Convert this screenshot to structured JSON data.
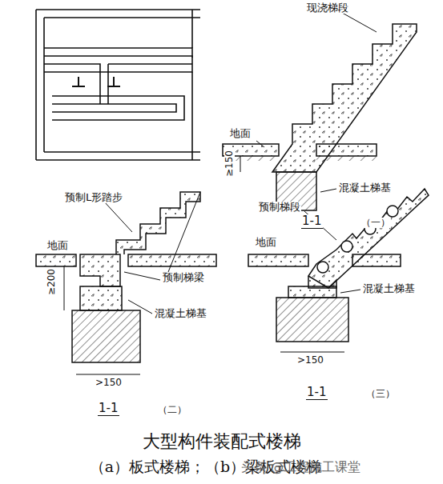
{
  "diagram": {
    "caption": "大型构件装配式楼梯",
    "labels": [
      "现浇梯段",
      "地面",
      "≥150",
      "混凝土梯基",
      "1-1",
      "（一）",
      "预制L形踏步",
      "地面",
      "≥200",
      "预制梯梁",
      "混凝土梯基",
      ">150",
      "1-1",
      "（二）",
      "预制梯段",
      "地面",
      "混凝土梯基",
      ">150",
      "1-1",
      "（三）",
      "（a）板式楼梯；（b）梁板式楼梯",
      "头条 @工程施工课堂"
    ]
  }
}
